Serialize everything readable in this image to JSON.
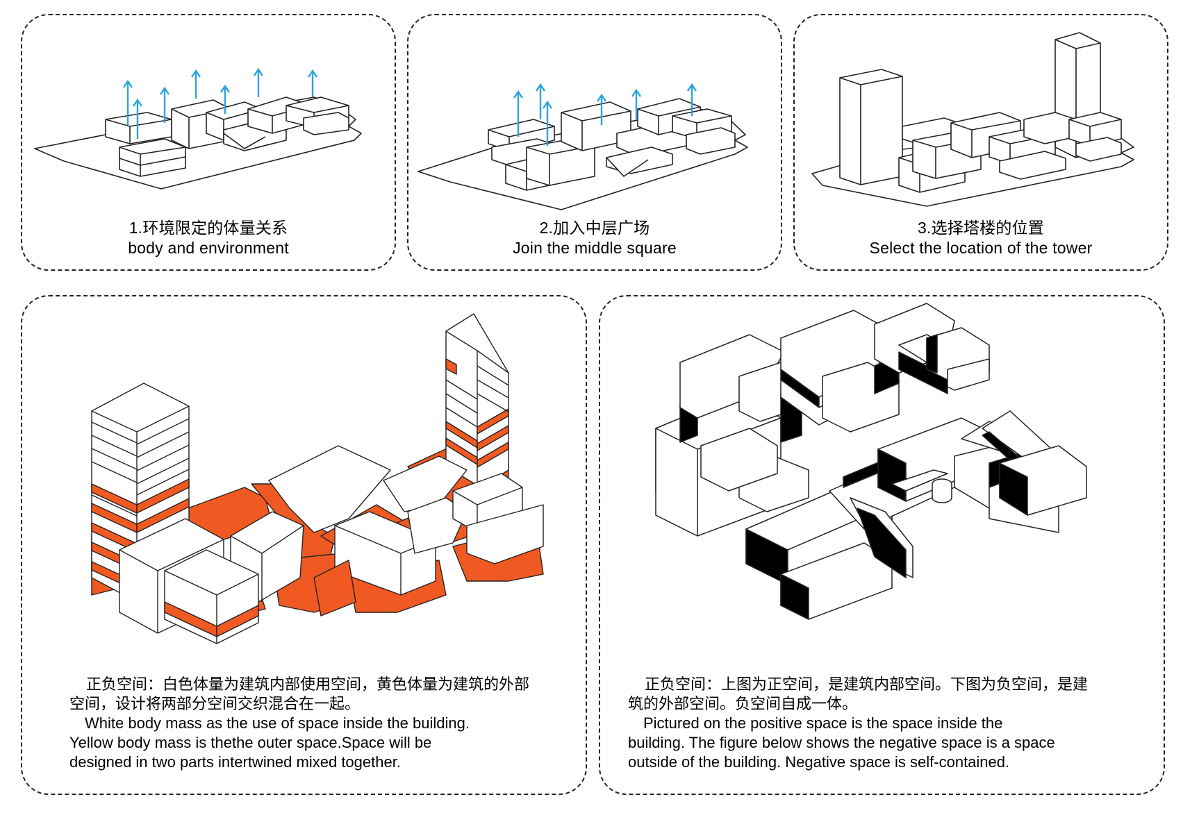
{
  "panels": [
    {
      "caption_cn": "1.环境限定的体量关系",
      "caption_en": "body and environment"
    },
    {
      "caption_cn": "2.加入中层广场",
      "caption_en": "Join the middle square"
    },
    {
      "caption_cn": "3.选择塔楼的位置",
      "caption_en": "Select the location of the tower"
    }
  ],
  "bottom_left": {
    "cn_line1": "正负空间：白色体量为建筑内部使用空间，黄色体量为建筑的外部",
    "cn_line2": "空间，设计将两部分空间交织混合在一起。",
    "en_line1": "White body mass as the use of space inside the building.",
    "en_line2": "Yellow body mass is  thethe outer space.Space will be",
    "en_line3": "designed in two parts intertwined mixed together."
  },
  "bottom_right": {
    "cn_line1": "正负空间：上图为正空间，是建筑内部空间。下图为负空间，是建",
    "cn_line2": "筑的外部空间。负空间自成一体。",
    "en_line1": "Pictured on the positive space is the space inside the",
    "en_line2": "building. The figure below shows the negative space is a space",
    "en_line3": "outside of the building. Negative space is self-contained."
  },
  "colors": {
    "outline": "#222222",
    "arrow": "#2aa3dc",
    "orange": "#f05a22",
    "shadow": "#000000"
  },
  "icons": {
    "up_arrow": "up-arrow-icon"
  }
}
